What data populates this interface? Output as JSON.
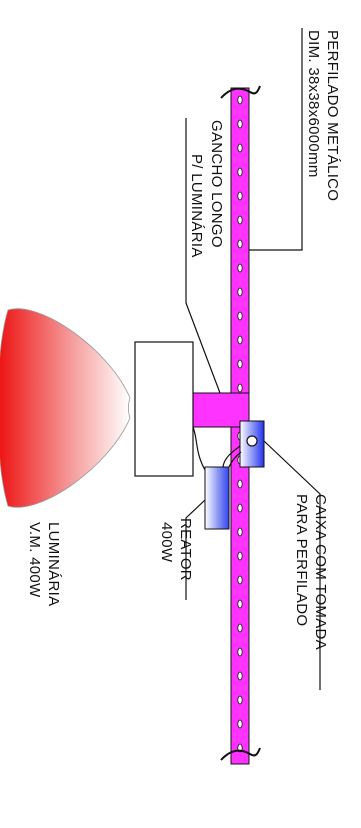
{
  "labels": {
    "perfilado_line1": "PERFILADO METÁLICO",
    "perfilado_line2": "DIM. 38x38x6000mm",
    "gancho_line1": "GANCHO LONGO",
    "gancho_line2": "P/ LUMINÁRIA",
    "caixa_line1": "CAIXA COM TOMADA",
    "caixa_line2": "PARA PERFILADO",
    "reator_line1": "REATOR",
    "reator_line2": "400W",
    "luminaria_line1": "LUMINÁRIA",
    "luminaria_line2": "V.M. 400W"
  },
  "colors": {
    "perfilado": "#ff33ff",
    "gancho": "#ff33ff",
    "caixa": "#2233ee",
    "reator": "#4455ee",
    "luminaria": "#ff2222",
    "outline": "#111111"
  },
  "icons": {
    "tomada": "outlet-circle-icon",
    "perfil_holes": "slot-hole-pattern"
  }
}
